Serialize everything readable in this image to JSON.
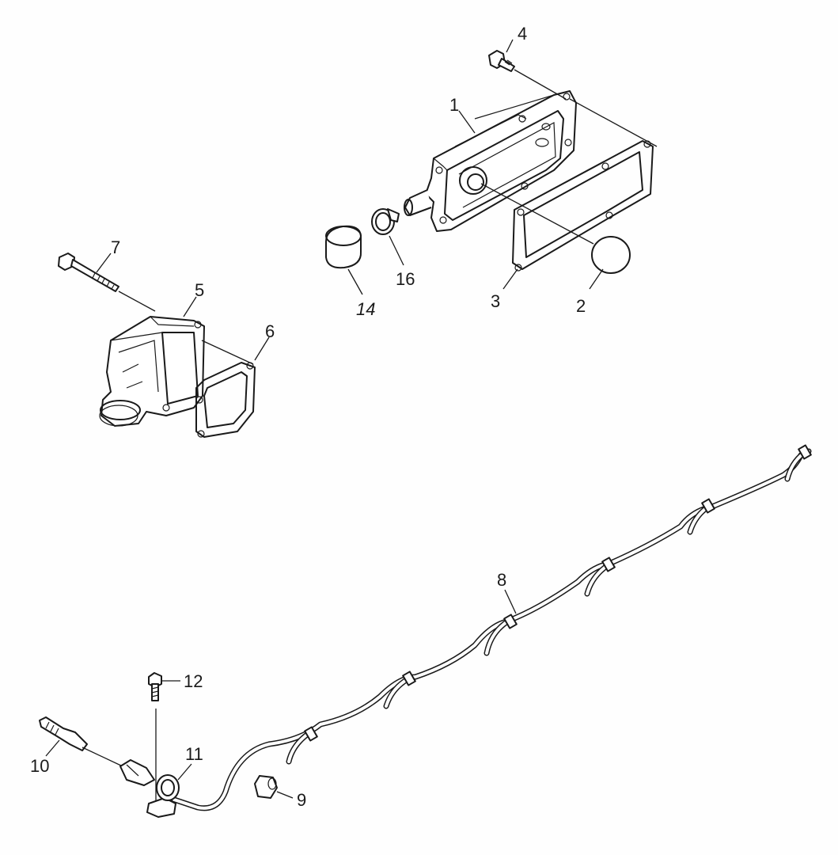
{
  "callouts": [
    {
      "id": "1",
      "text": "1"
    },
    {
      "id": "2",
      "text": "2"
    },
    {
      "id": "3",
      "text": "3"
    },
    {
      "id": "4",
      "text": "4"
    },
    {
      "id": "5",
      "text": "5"
    },
    {
      "id": "6",
      "text": "6"
    },
    {
      "id": "7",
      "text": "7"
    },
    {
      "id": "8",
      "text": "8"
    },
    {
      "id": "9",
      "text": "9"
    },
    {
      "id": "10",
      "text": "10"
    },
    {
      "id": "11",
      "text": "11"
    },
    {
      "id": "12",
      "text": "12"
    },
    {
      "id": "14",
      "text": "14"
    },
    {
      "id": "16",
      "text": "16"
    }
  ]
}
